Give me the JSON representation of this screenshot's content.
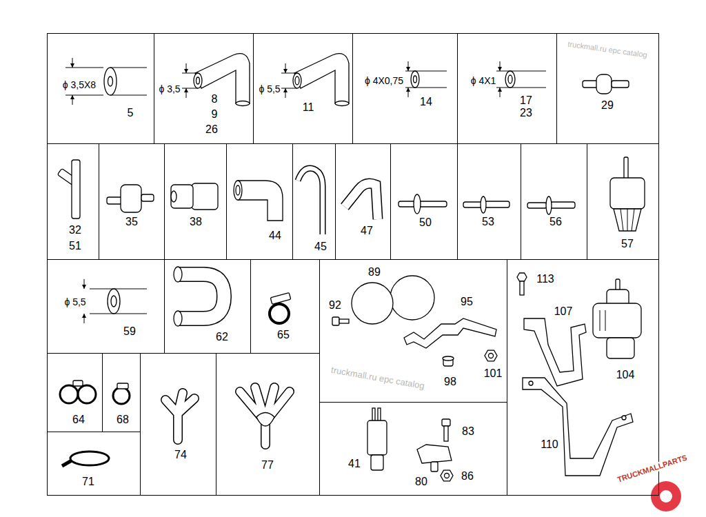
{
  "diagram": {
    "nodes": [
      {
        "text": [
          "ϕ 3,5X8",
          "5"
        ]
      },
      {
        "text": [
          "ϕ 3,5",
          "8",
          "9",
          "26"
        ]
      },
      {
        "text": [
          "ϕ 5,5",
          "11"
        ]
      },
      {
        "text": [
          "ϕ 4X0,75",
          "14"
        ]
      },
      {
        "text": [
          "ϕ 4X1",
          "17",
          "23"
        ]
      },
      {
        "text": [
          "29"
        ]
      },
      {
        "text": [
          "32",
          "51"
        ]
      },
      {
        "text": [
          "35"
        ]
      },
      {
        "text": [
          "38"
        ]
      },
      {
        "text": [
          "44"
        ]
      },
      {
        "text": [
          "45"
        ]
      },
      {
        "text": [
          "47"
        ]
      },
      {
        "text": [
          "50"
        ]
      },
      {
        "text": [
          "53"
        ]
      },
      {
        "text": [
          "56"
        ]
      },
      {
        "text": [
          "57"
        ]
      },
      {
        "text": [
          "ϕ 5,5",
          "59"
        ]
      },
      {
        "text": [
          "62"
        ]
      },
      {
        "text": [
          "65"
        ]
      },
      {
        "text": [
          "89",
          "92",
          "95",
          "98",
          "101"
        ]
      },
      {
        "text": [
          "113",
          "107",
          "104",
          "110"
        ]
      },
      {
        "text": [
          "64"
        ]
      },
      {
        "text": [
          "68"
        ]
      },
      {
        "text": [
          "71"
        ]
      },
      {
        "text": [
          "74"
        ]
      },
      {
        "text": [
          "77"
        ]
      },
      {
        "text": [
          "41",
          "83",
          "80",
          "86"
        ]
      }
    ],
    "labels": [
      "truckmall.ru epc catalog",
      "truckmall.ru epc catalog",
      "TRUCKMALLPARTS"
    ]
  }
}
